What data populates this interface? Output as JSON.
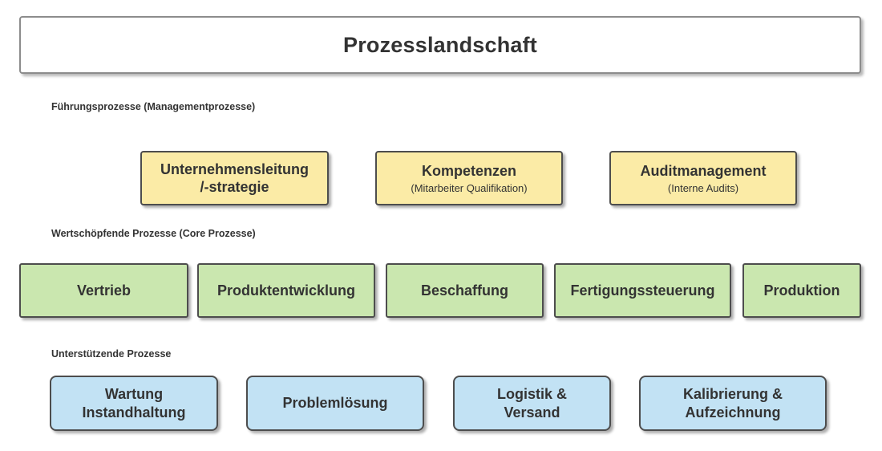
{
  "diagram": {
    "title": "Prozesslandschaft",
    "colors": {
      "management_fill": "#FBEBA6",
      "core_fill": "#CAE7AF",
      "support_fill": "#C2E2F4",
      "box_border": "#4D4D4D",
      "title_box_border": "#8C8C8C",
      "text": "#333333",
      "background": "#FFFFFF"
    },
    "sections": [
      {
        "label": "Führungsprozesse (Managementprozesse)",
        "boxes": [
          {
            "title": "Unternehmensleitung\n/-strategie",
            "subtitle": ""
          },
          {
            "title": "Kompetenzen",
            "subtitle": "(Mitarbeiter Qualifikation)"
          },
          {
            "title": "Auditmanagement",
            "subtitle": "(Interne Audits)"
          }
        ]
      },
      {
        "label": "Wertschöpfende Prozesse (Core Prozesse)",
        "boxes": [
          {
            "title": "Vertrieb"
          },
          {
            "title": "Produktentwicklung"
          },
          {
            "title": "Beschaffung"
          },
          {
            "title": "Fertigungssteuerung"
          },
          {
            "title": "Produktion"
          }
        ]
      },
      {
        "label": "Unterstützende Prozesse",
        "boxes": [
          {
            "title": "Wartung\nInstandhaltung"
          },
          {
            "title": "Problemlösung"
          },
          {
            "title": "Logistik &\nVersand"
          },
          {
            "title": "Kalibrierung &\nAufzeichnung"
          }
        ]
      }
    ]
  }
}
